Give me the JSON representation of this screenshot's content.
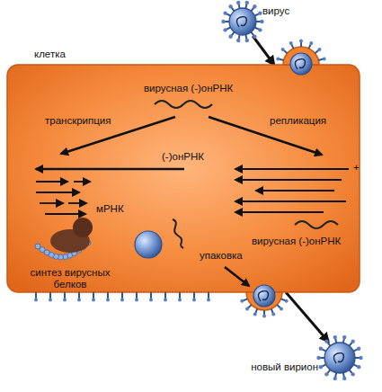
{
  "diagram": {
    "nodes": [
      {
        "text": [
          "вирус"
        ]
      },
      {
        "text": [
          "клетка"
        ]
      },
      {
        "text": [
          "новый вирион"
        ]
      }
    ],
    "edges": [
      {
        "from": 0,
        "to": 1,
        "arrow": "to"
      },
      {
        "from": 1,
        "to": 2,
        "arrow": "to"
      }
    ],
    "labels": [
      "вирусная (-)онРНК",
      "транскрипция",
      "репликация",
      "(-)онРНК",
      "+",
      "мРНК",
      "синтез вирусных белков",
      "упаковка",
      "вирусная (-)онРНК"
    ]
  }
}
